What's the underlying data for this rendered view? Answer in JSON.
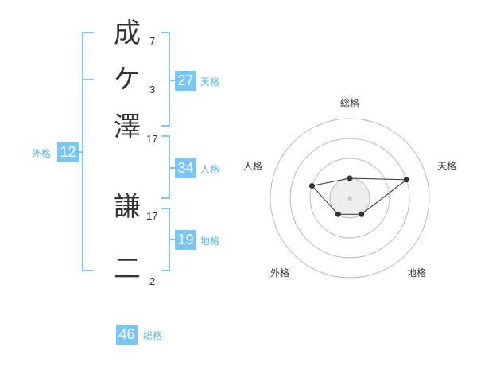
{
  "name": {
    "characters": [
      {
        "char": "成",
        "strokes": "7"
      },
      {
        "char": "ケ",
        "strokes": "3"
      },
      {
        "char": "澤",
        "strokes": "17"
      },
      {
        "char": "謙",
        "strokes": "17"
      },
      {
        "char": "二",
        "strokes": "2"
      }
    ]
  },
  "fortune": {
    "tenkaku": {
      "value": "27",
      "label": "天格"
    },
    "jinkaku": {
      "value": "34",
      "label": "人格"
    },
    "chikaku": {
      "value": "19",
      "label": "地格"
    },
    "gaikaku": {
      "value": "12",
      "label": "外格"
    },
    "soukaku": {
      "value": "46",
      "label": "総格"
    }
  },
  "chart_data": {
    "type": "radar",
    "axes": [
      "総格",
      "天格",
      "地格",
      "外格",
      "人格"
    ],
    "max": 4,
    "rings": 4,
    "values": [
      1,
      3,
      1,
      1,
      2
    ],
    "colors": {
      "line": "#333333",
      "ring": "#bbbbbb",
      "point": "#333333",
      "center": "#cccccc"
    }
  },
  "colors": {
    "accent": "#78c6f7",
    "accent_text": "#5ab4ef",
    "bracket": "#7cc6f4"
  }
}
